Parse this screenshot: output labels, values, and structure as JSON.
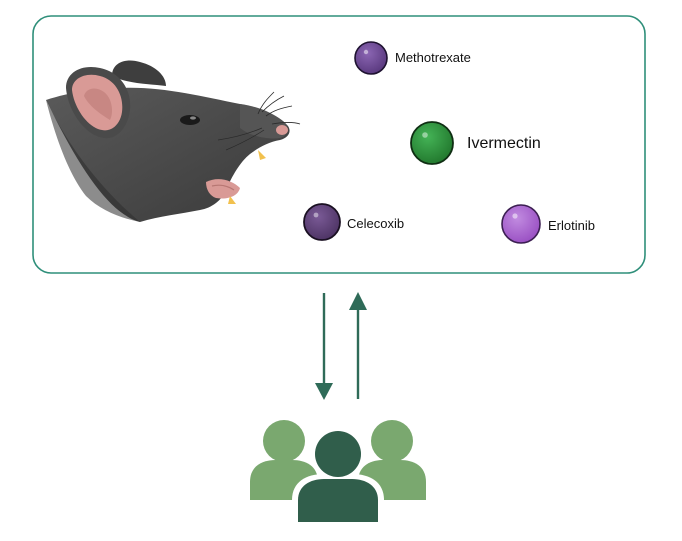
{
  "drugs": [
    {
      "name": "Methotrexate",
      "color": "#5b3a80"
    },
    {
      "name": "Ivermectin",
      "color": "#2e8b3a"
    },
    {
      "name": "Celecoxib",
      "color": "#4f3566"
    },
    {
      "name": "Erlotinib",
      "color": "#9b52c4"
    }
  ],
  "colors": {
    "panel_border": "#2f8f7a",
    "arrow": "#2f6b58",
    "people_side": "#7aa86f",
    "people_center": "#305e4b",
    "rat_fur": "#4a4a4a",
    "rat_ear": "#d99a96"
  },
  "icons": {
    "animal": "rat-head-icon",
    "group": "people-group-icon",
    "arrow_down": "arrow-down-icon",
    "arrow_up": "arrow-up-icon"
  }
}
